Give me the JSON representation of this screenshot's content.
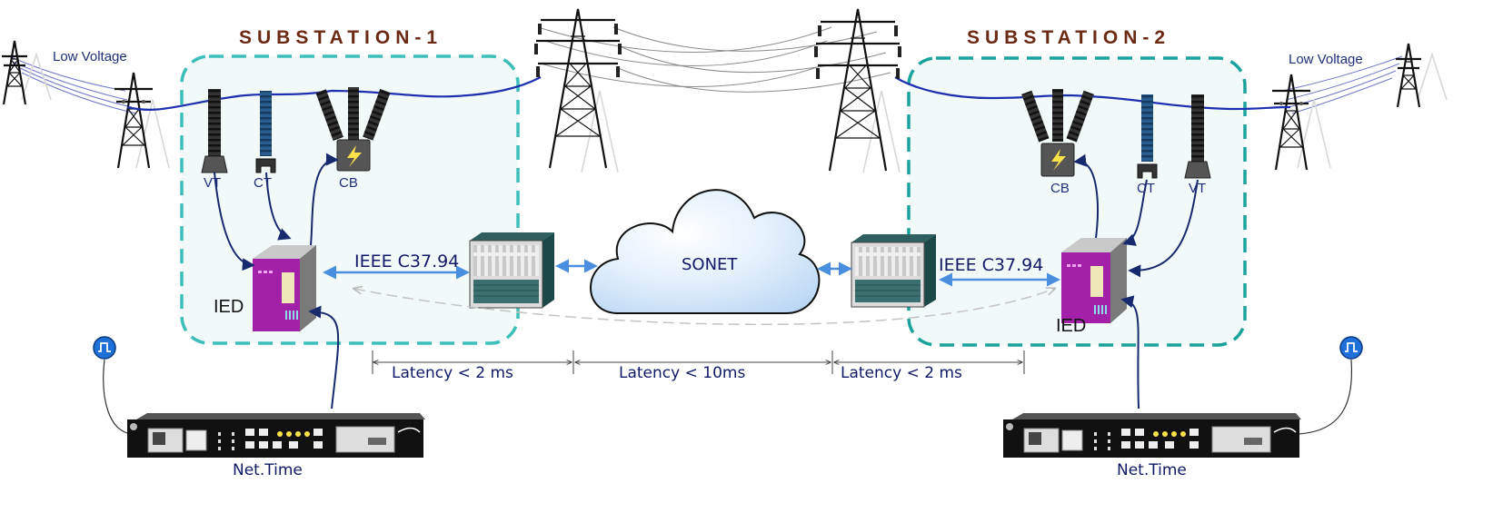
{
  "substations": [
    {
      "title": "SUBSTATION-1",
      "vt": "VT",
      "ct": "CT",
      "cb": "CB",
      "ied": "IED",
      "link": "IEEE C37.94",
      "clock": "Net.Time",
      "low_voltage": "Low Voltage"
    },
    {
      "title": "SUBSTATION-2",
      "vt": "VT",
      "ct": "CT",
      "cb": "CB",
      "ied": "IED",
      "link": "IEEE C37.94",
      "clock": "Net.Time",
      "low_voltage": "Low Voltage"
    }
  ],
  "network": {
    "cloud": "SONET"
  },
  "latency": {
    "left": "Latency < 2 ms",
    "middle": "Latency < 10ms",
    "right": "Latency < 2 ms"
  },
  "colors": {
    "title": "#6b2a14",
    "box_border": "#3cbfb8",
    "box_fill": "#f2faf9",
    "ied_face": "#a321a8",
    "cloud": "#d6e9fb",
    "signal": "#172a6e",
    "link_arrow": "#4a8ee0",
    "power_line": "#1e2fb0"
  },
  "icons": [
    "transmission-tower-icon",
    "insulator-icon",
    "circuit-breaker-icon",
    "ied-relay-icon",
    "multiplexer-icon",
    "cloud-icon",
    "gps-clock-icon",
    "time-server-icon"
  ]
}
